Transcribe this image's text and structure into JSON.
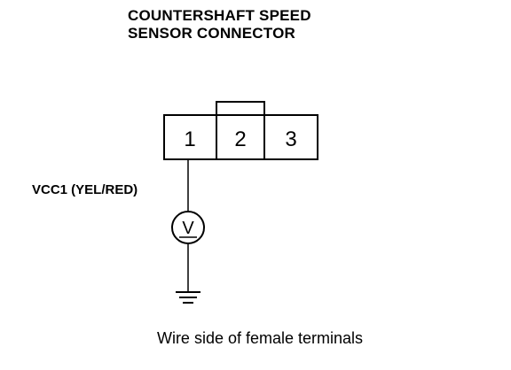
{
  "title": {
    "line1": "COUNTERSHAFT SPEED",
    "line2": "SENSOR CONNECTOR"
  },
  "connector": {
    "terminals": [
      "1",
      "2",
      "3"
    ]
  },
  "wire": {
    "label": "VCC1 (YEL/RED)"
  },
  "meter": {
    "symbol": "V"
  },
  "caption": "Wire side of female terminals",
  "colors": {
    "ink": "#000000",
    "background": "#ffffff"
  },
  "icons": {
    "meter": "voltmeter-icon",
    "ground": "ground-icon"
  }
}
